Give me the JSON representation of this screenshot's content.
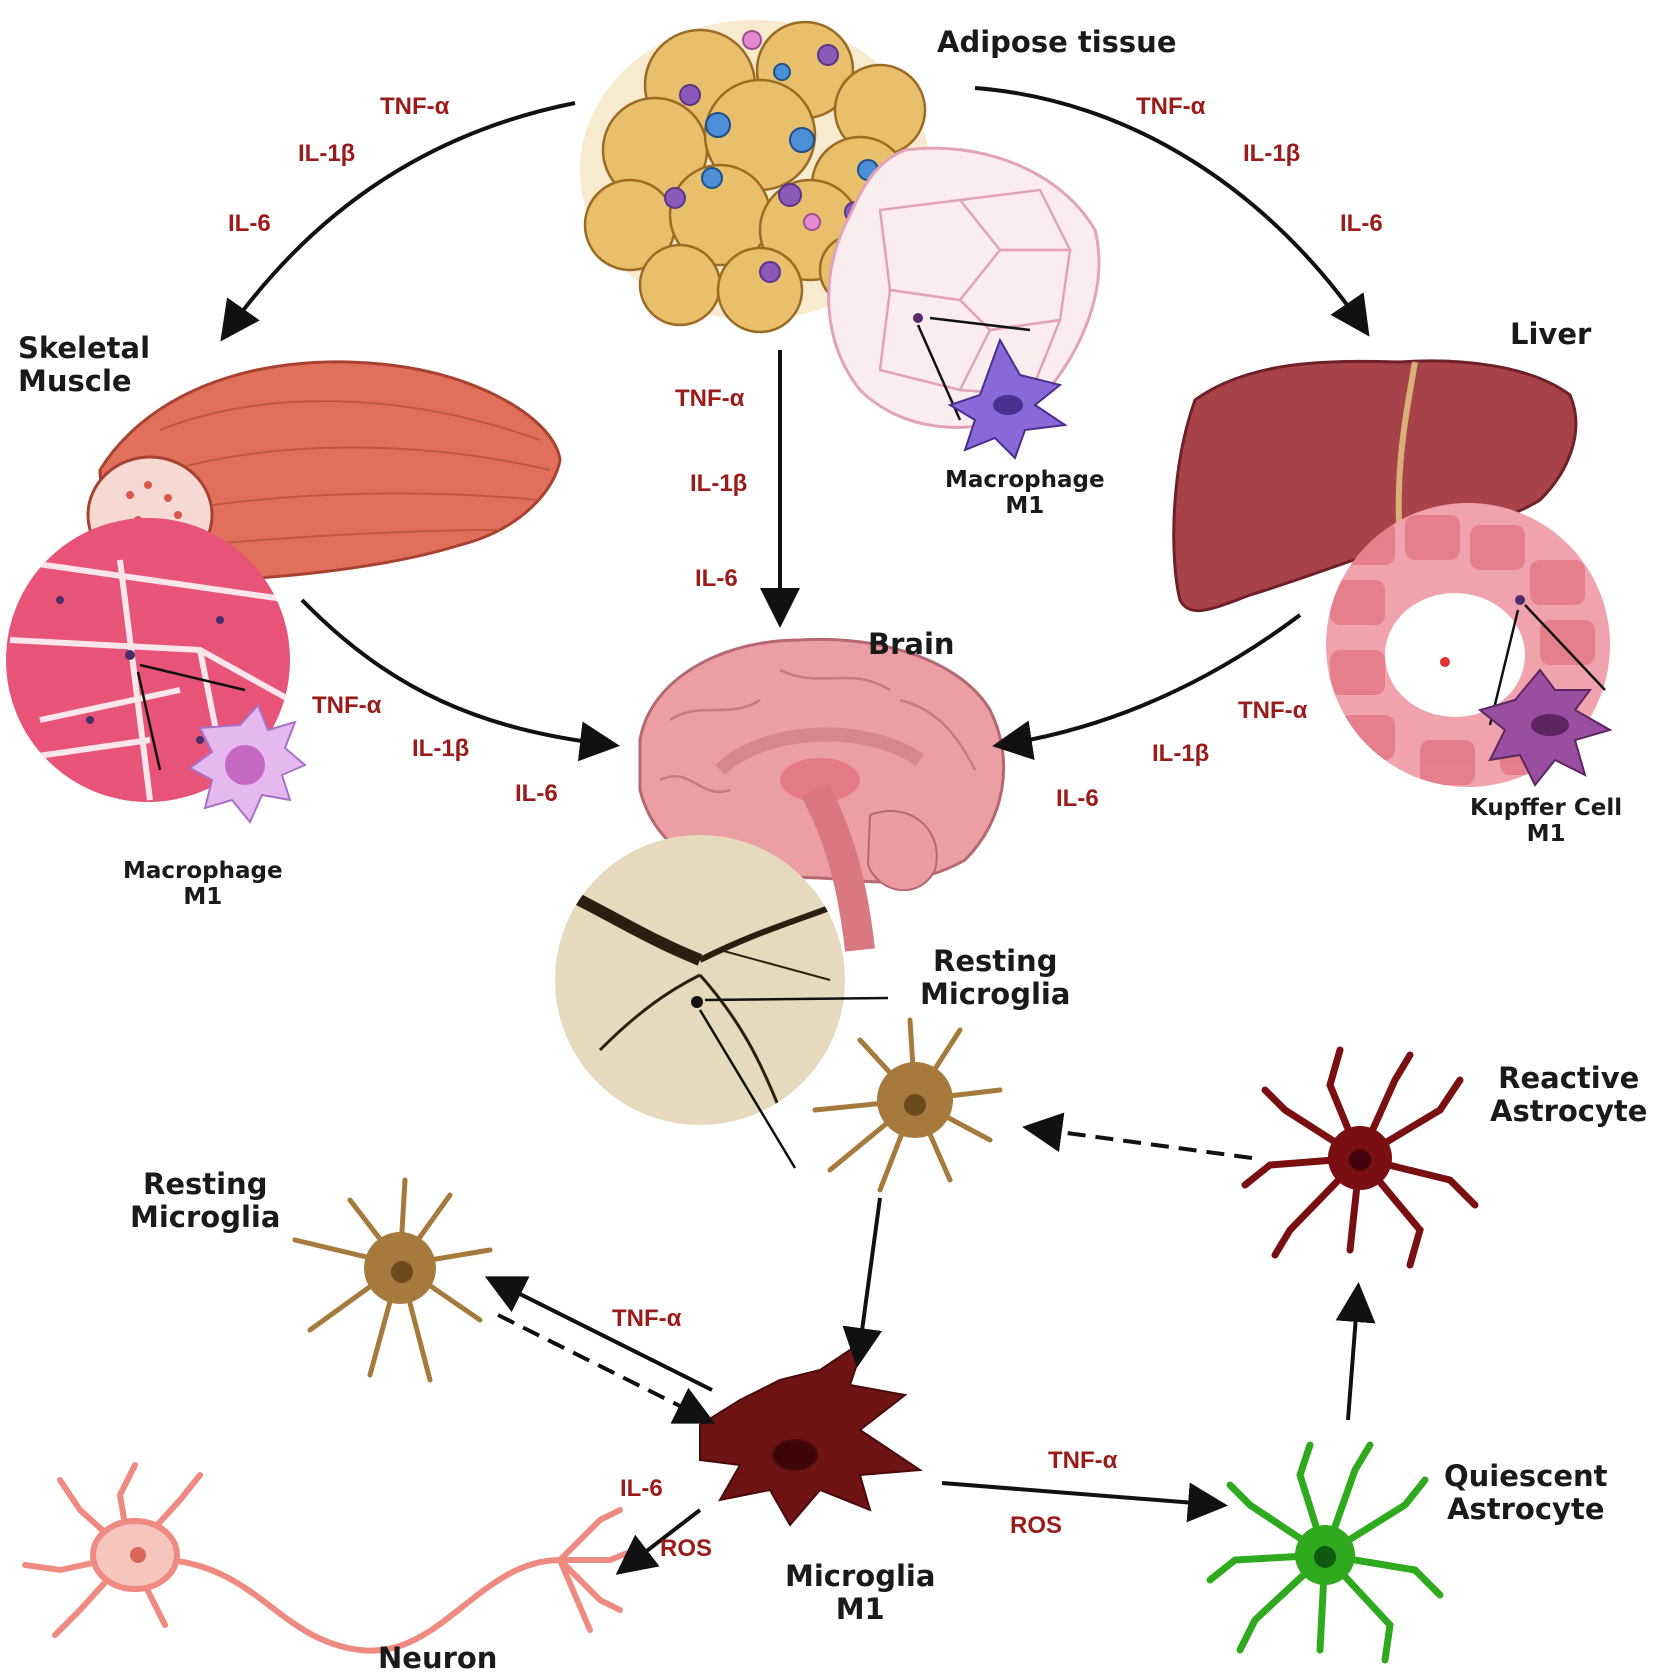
{
  "colors": {
    "arrow": "#111111",
    "cytokine": "#9b1a1a",
    "adipocyte": "#e8bf6a",
    "muscle": "#e0705c",
    "liver": "#a8424a",
    "brain": "#eb9ea4",
    "microglia_resting": "#a57a3c",
    "microglia_m1": "#6e1416",
    "astro_reactive": "#7a0f12",
    "astro_quiescent": "#2faa1e",
    "neuron": "#ee8a80",
    "macrophage": "#c79ae8"
  },
  "labels": {
    "adipose": "Adipose tissue",
    "skeletal_line1": "Skeletal",
    "skeletal_line2": "Muscle",
    "liver": "Liver",
    "brain": "Brain",
    "mac_adipose_1": "Macrophage",
    "mac_adipose_2": "M1",
    "mac_muscle_1": "Macrophage",
    "mac_muscle_2": "M1",
    "kupffer_1": "Kupffer Cell",
    "kupffer_2": "M1",
    "resting_brain_1": "Resting",
    "resting_brain_2": "Microglia",
    "resting_left_1": "Resting",
    "resting_left_2": "Microglia",
    "reactive_1": "Reactive",
    "reactive_2": "Astrocyte",
    "quiescent_1": "Quiescent",
    "quiescent_2": "Astrocyte",
    "microglia_m1_1": "Microglia",
    "microglia_m1_2": "M1",
    "neuron": "Neuron"
  },
  "cytokines": {
    "tl_tnf": "TNF-α",
    "tl_il1b": "IL-1β",
    "tl_il6": "IL-6",
    "tr_tnf": "TNF-α",
    "tr_il1b": "IL-1β",
    "tr_il6": "IL-6",
    "mid_tnf": "TNF-α",
    "mid_il1b": "IL-1β",
    "mid_il6": "IL-6",
    "ml_tnf": "TNF-α",
    "ml_il1b": "IL-1β",
    "ml_il6": "IL-6",
    "mr_tnf": "TNF-α",
    "mr_il1b": "IL-1β",
    "mr_il6": "IL-6",
    "bot_tnf": "TNF-α",
    "quies_tnf": "TNF-α",
    "quies_ros": "ROS",
    "neuron_il6": "IL-6",
    "neuron_ros": "ROS"
  }
}
